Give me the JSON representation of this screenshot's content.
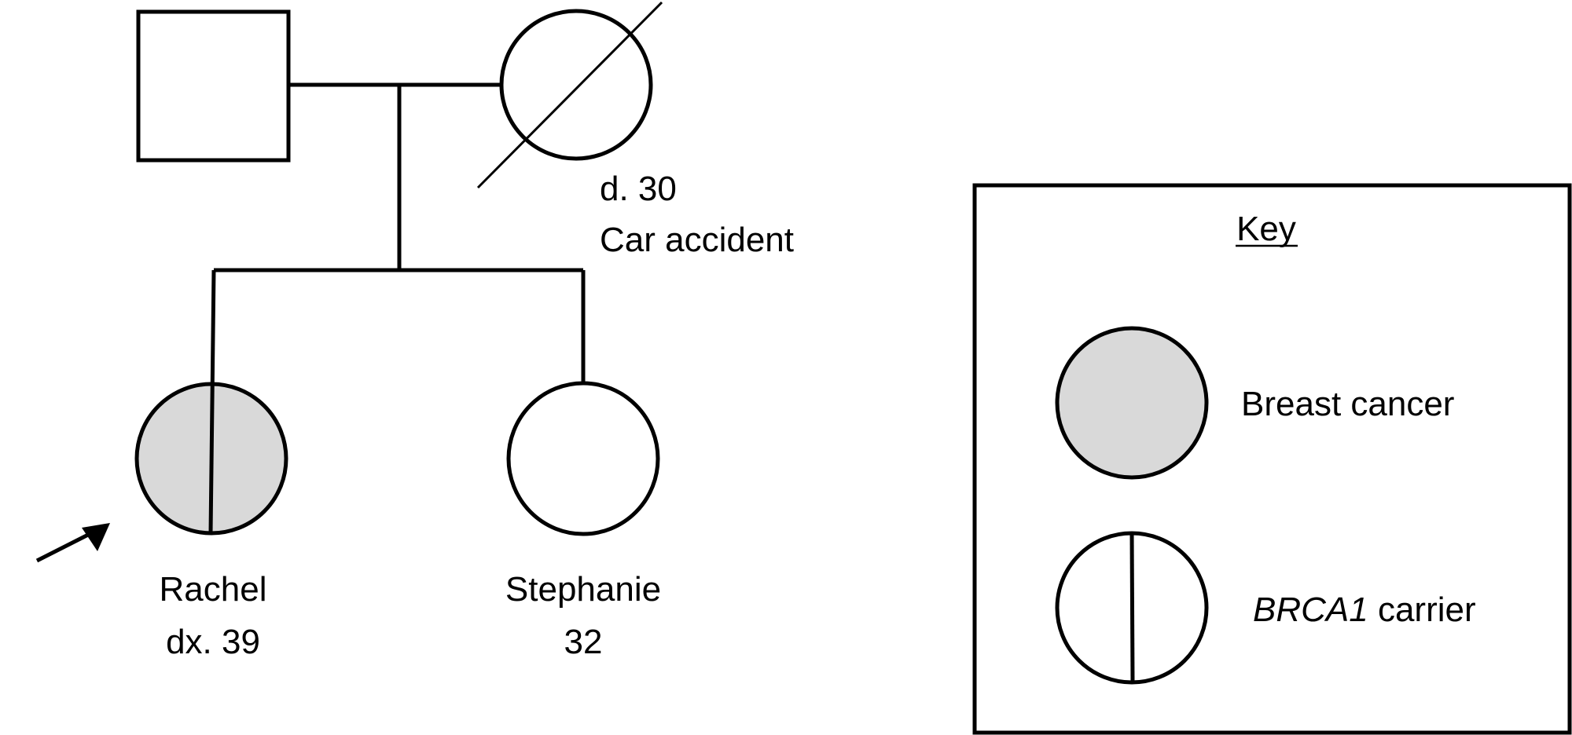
{
  "pedigree": {
    "father": {
      "sex": "male",
      "affected": false
    },
    "mother": {
      "sex": "female",
      "deceased": true,
      "label_line1": "d. 30",
      "label_line2": "Car accident"
    },
    "children": [
      {
        "name": "Rachel",
        "detail": "dx. 39",
        "proband": true,
        "breast_cancer": true,
        "brca1_carrier": true
      },
      {
        "name": "Stephanie",
        "detail": "32",
        "proband": false,
        "breast_cancer": false,
        "brca1_carrier": false
      }
    ]
  },
  "key": {
    "title": "Key",
    "items": [
      {
        "label": "Breast cancer"
      },
      {
        "label_italic": "BRCA1",
        "label_rest": " carrier"
      }
    ]
  },
  "colors": {
    "affected_fill": "#d9d9d9",
    "line": "#000000"
  }
}
